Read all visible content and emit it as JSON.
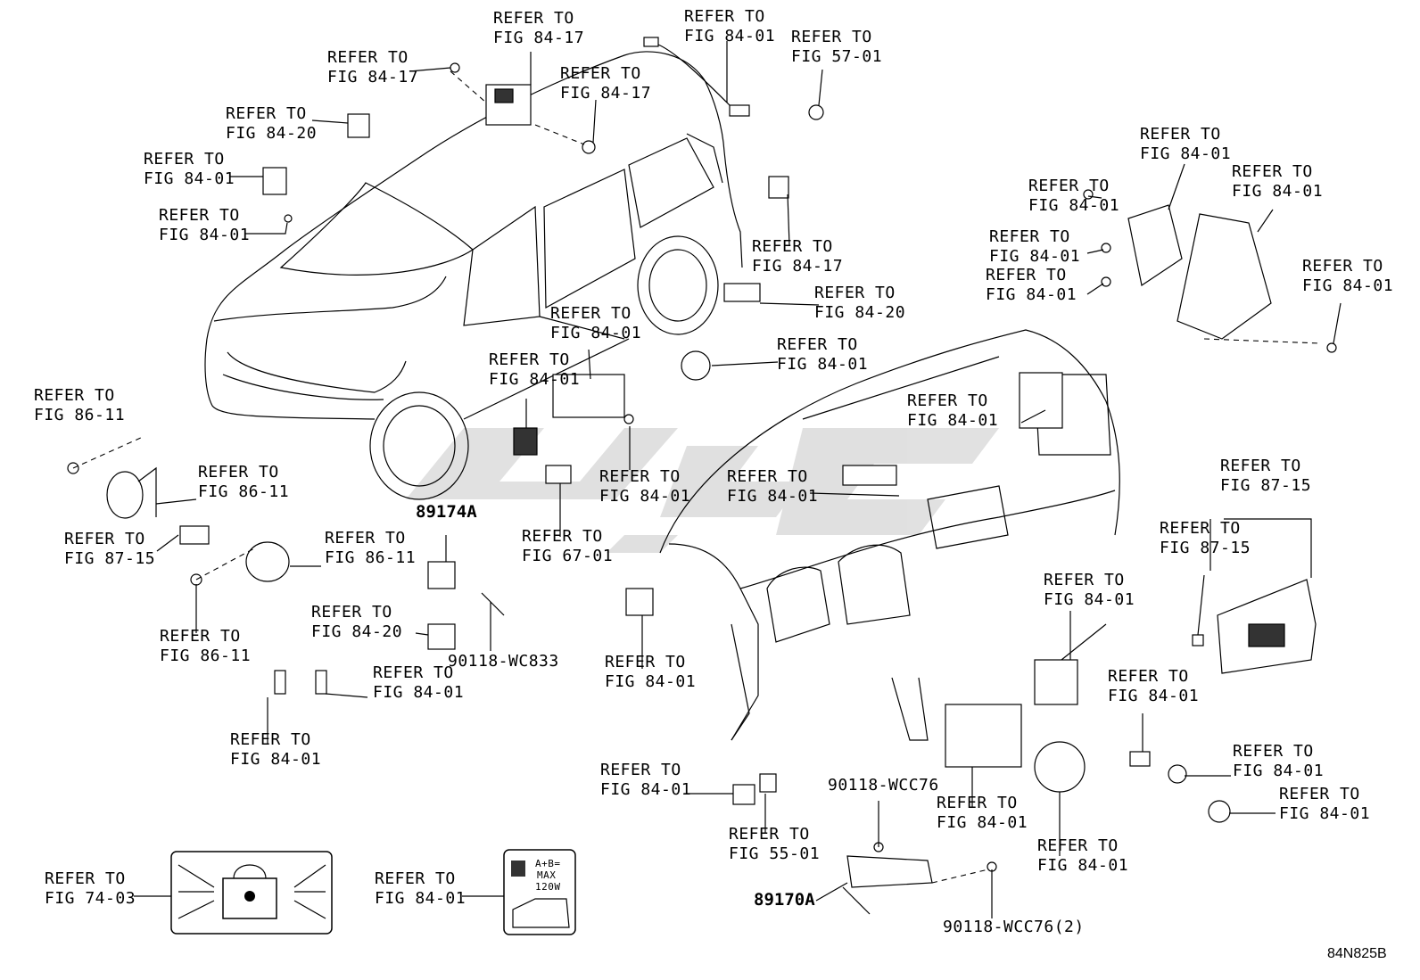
{
  "labels": [
    {
      "line1": "REFER TO",
      "line2": "FIG 84-17"
    },
    {
      "line1": "REFER TO",
      "line2": "FIG 84-01"
    },
    {
      "line1": "REFER TO",
      "line2": "FIG 57-01"
    },
    {
      "line1": "REFER TO",
      "line2": "FIG 84-17"
    },
    {
      "line1": "REFER TO",
      "line2": "FIG 84-17"
    },
    {
      "line1": "REFER TO",
      "line2": "FIG 84-20"
    },
    {
      "line1": "REFER TO",
      "line2": "FIG 84-01"
    },
    {
      "line1": "REFER TO",
      "line2": "FIG 84-01"
    },
    {
      "line1": "REFER TO",
      "line2": "FIG 84-17"
    },
    {
      "line1": "REFER TO",
      "line2": "FIG 84-20"
    },
    {
      "line1": "REFER TO",
      "line2": "FIG 84-01"
    },
    {
      "line1": "REFER TO",
      "line2": "FIG 84-01"
    },
    {
      "line1": "REFER TO",
      "line2": "FIG 84-01"
    },
    {
      "line1": "REFER TO",
      "line2": "FIG 84-01"
    },
    {
      "line1": "REFER TO",
      "line2": "FIG 84-01"
    },
    {
      "line1": "REFER TO",
      "line2": "FIG 84-01"
    },
    {
      "line1": "REFER TO",
      "line2": "FIG 84-01"
    },
    {
      "line1": "REFER TO",
      "line2": "FIG 84-01"
    },
    {
      "line1": "REFER TO",
      "line2": "FIG 84-01"
    },
    {
      "line1": "REFER TO",
      "line2": "FIG 86-11"
    },
    {
      "line1": "REFER TO",
      "line2": "FIG 86-11"
    },
    {
      "line1": "REFER TO",
      "line2": "FIG 84-01"
    },
    {
      "line1": "REFER TO",
      "line2": "FIG 84-01"
    },
    {
      "line1": "REFER TO",
      "line2": "FIG 87-15"
    },
    {
      "line1": "REFER TO",
      "line2": "FIG 86-11"
    },
    {
      "line1": "REFER TO",
      "line2": "FIG 67-01"
    },
    {
      "line1": "REFER TO",
      "line2": "FIG 87-15"
    },
    {
      "line1": "REFER TO",
      "line2": "FIG 87-15"
    },
    {
      "line1": "REFER TO",
      "line2": "FIG 84-20"
    },
    {
      "line1": "REFER TO",
      "line2": "FIG 86-11"
    },
    {
      "line1": "REFER TO",
      "line2": "FIG 84-01"
    },
    {
      "line1": "REFER TO",
      "line2": "FIG 84-01"
    },
    {
      "line1": "REFER TO",
      "line2": "FIG 84-01"
    },
    {
      "line1": "REFER TO",
      "line2": "FIG 84-01"
    },
    {
      "line1": "REFER TO",
      "line2": "FIG 84-01"
    },
    {
      "line1": "REFER TO",
      "line2": "FIG 84-01"
    },
    {
      "line1": "REFER TO",
      "line2": "FIG 84-01"
    },
    {
      "line1": "REFER TO",
      "line2": "FIG 55-01"
    },
    {
      "line1": "REFER TO",
      "line2": "FIG 84-01"
    },
    {
      "line1": "REFER TO",
      "line2": "FIG 84-01"
    },
    {
      "line1": "REFER TO",
      "line2": "FIG 84-01"
    },
    {
      "line1": "REFER TO",
      "line2": "FIG 74-03"
    },
    {
      "line1": "REFER TO",
      "line2": "FIG 84-01"
    }
  ],
  "part_numbers": {
    "p89174A": "89174A",
    "p90118_WC833": "90118-WC833",
    "p90118_WCC76": "90118-WCC76",
    "p89170A": "89170A",
    "p90118_WCC76_2": "90118-WCC76(2)"
  },
  "label_plate": {
    "line1": "A+B=",
    "line2": "MAX",
    "line3": "120W"
  },
  "diagram_code": "84N825B"
}
